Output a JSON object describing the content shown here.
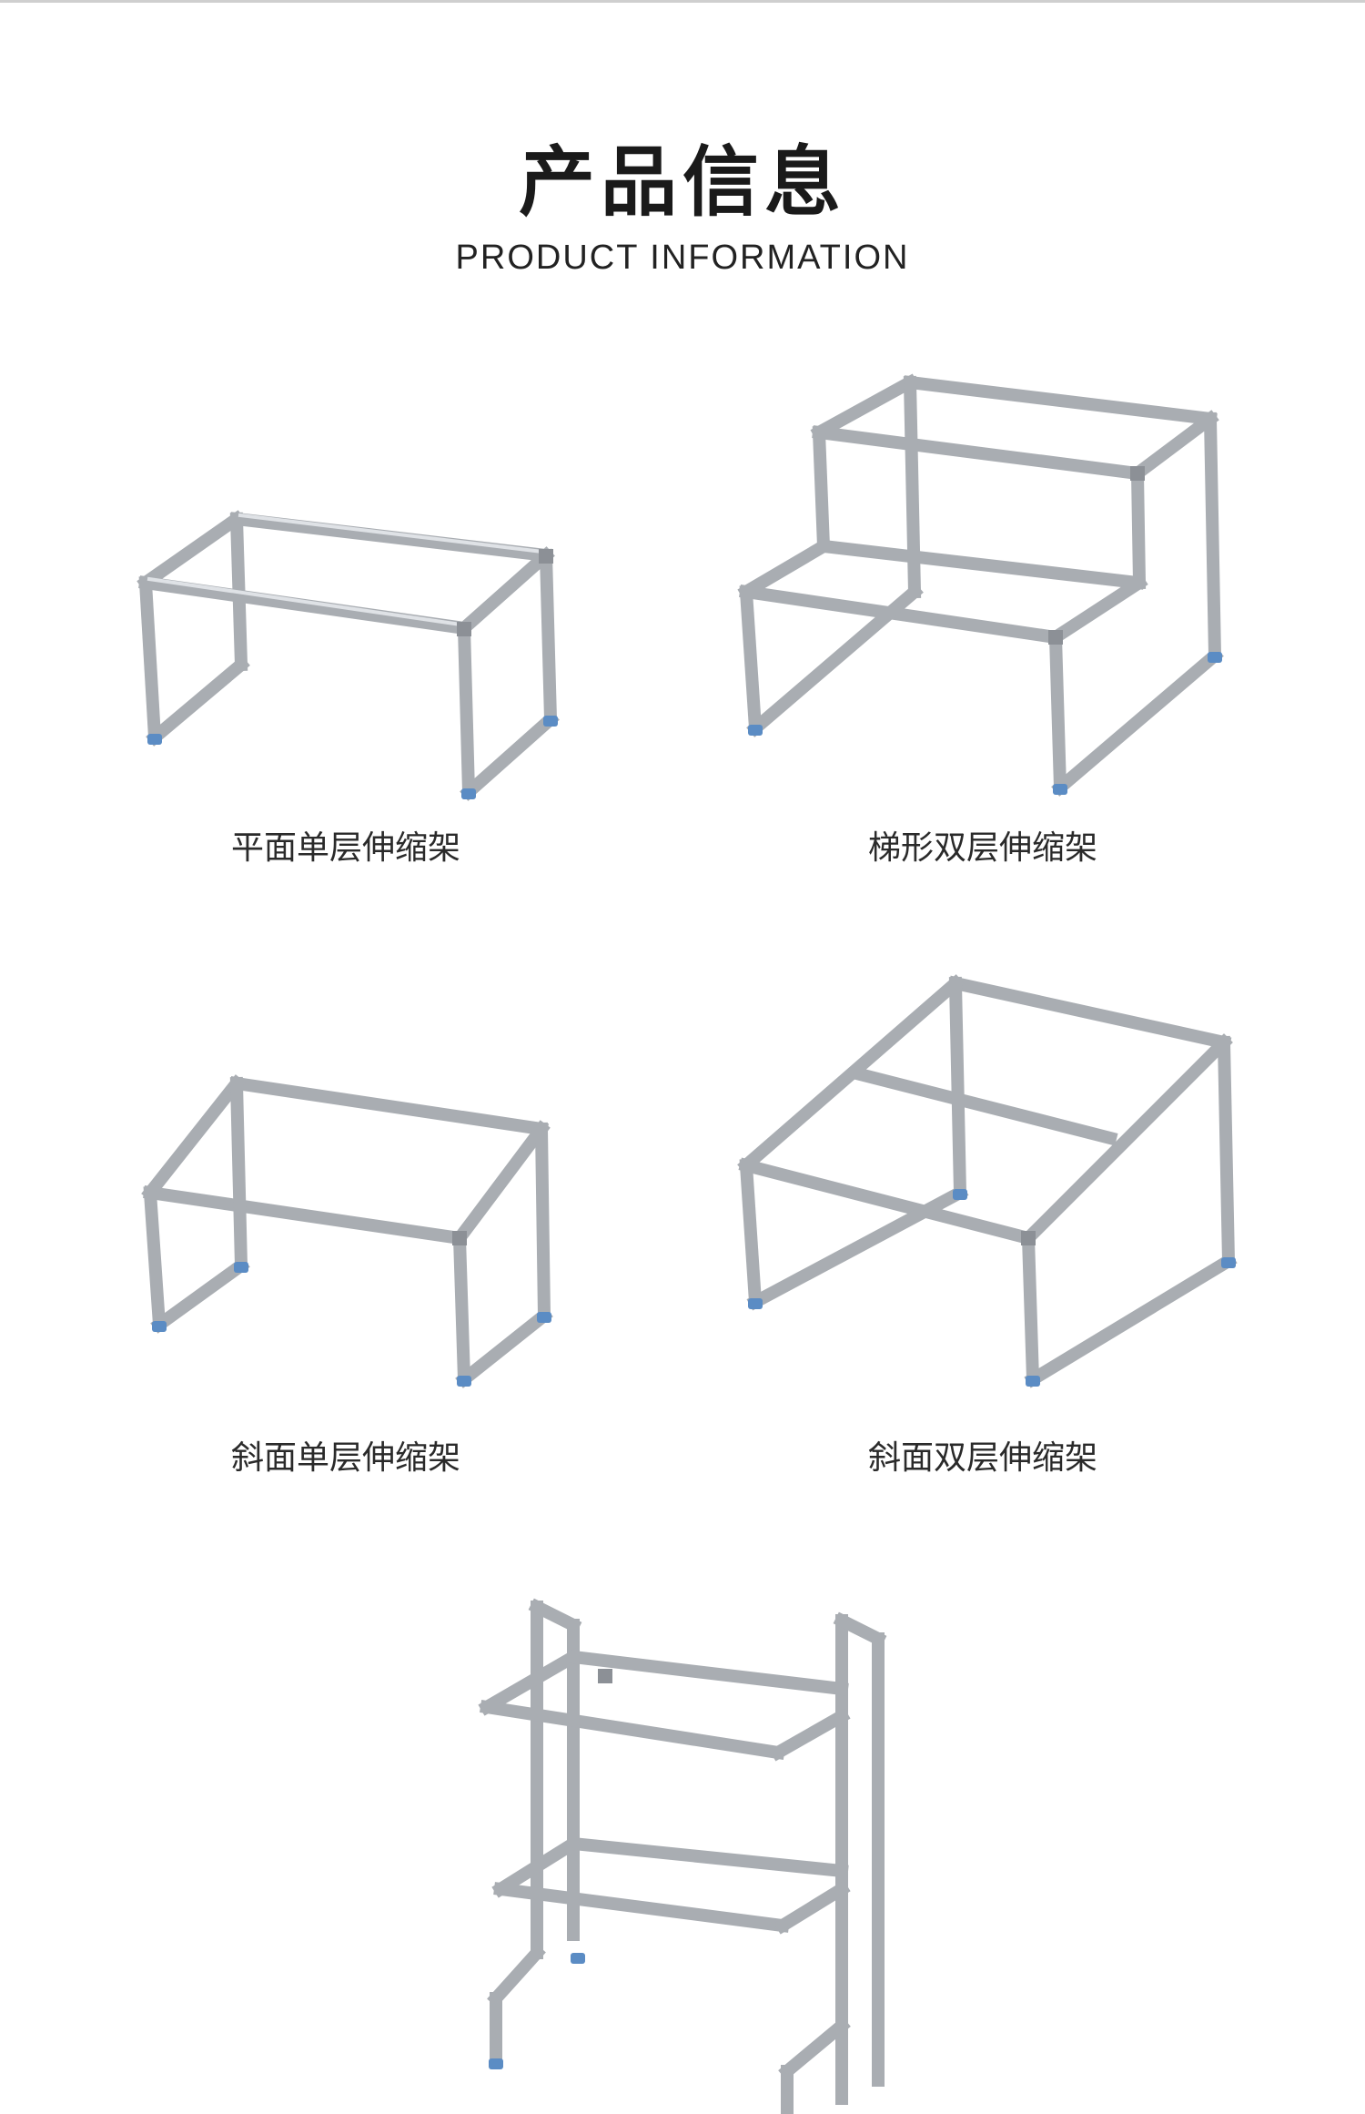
{
  "header": {
    "title": "产品信息",
    "subtitle": "PRODUCT INFORMATION"
  },
  "products": [
    {
      "label": "平面单层伸缩架",
      "icon": "flat-single-rack"
    },
    {
      "label": "梯形双层伸缩架",
      "icon": "stepped-double-rack"
    },
    {
      "label": "斜面单层伸缩架",
      "icon": "slanted-single-rack"
    },
    {
      "label": "斜面双层伸缩架",
      "icon": "slanted-double-rack"
    },
    {
      "label": "",
      "icon": "two-tier-wall-rack"
    }
  ],
  "colors": {
    "steel": "#a9adb2",
    "highlight": "#dfe2e6",
    "foot": "#5b8cc4"
  }
}
